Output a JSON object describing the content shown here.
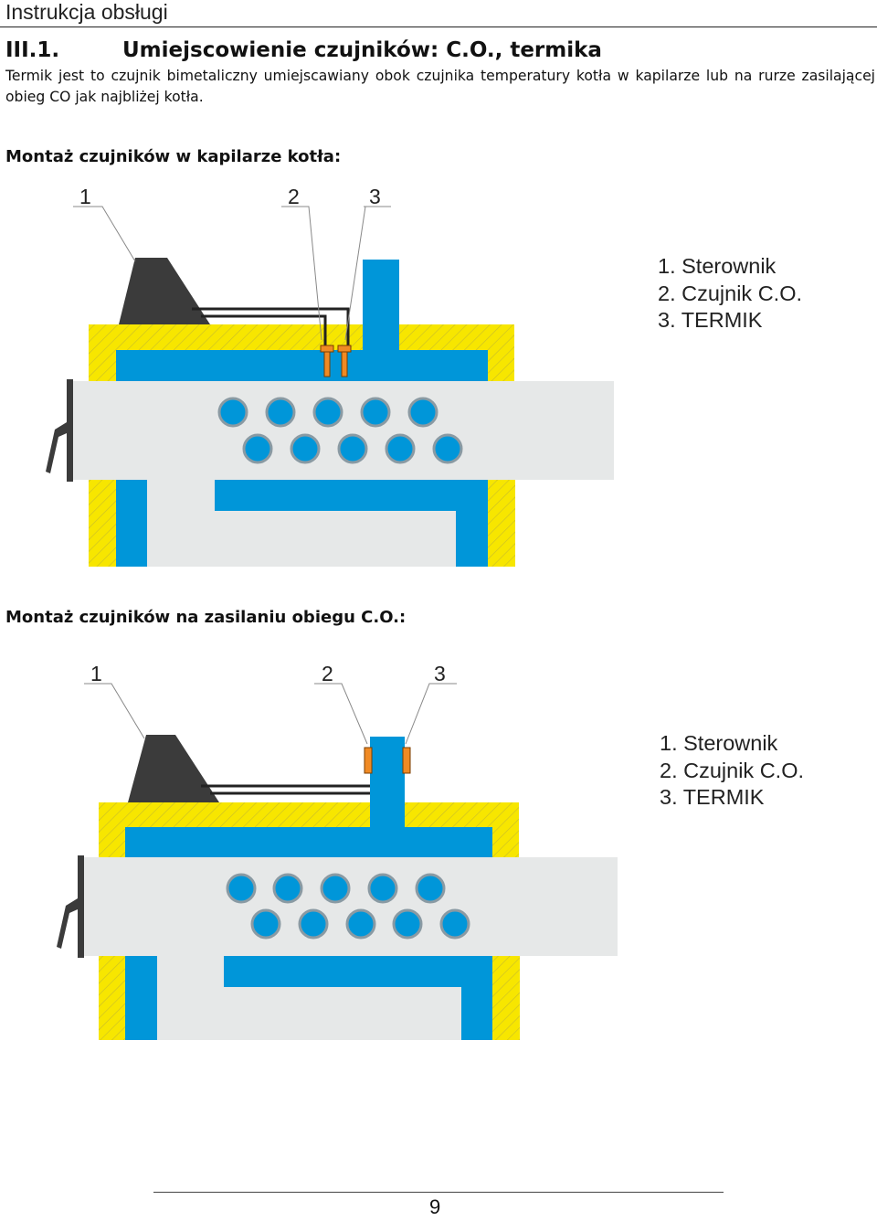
{
  "header": {
    "title": "Instrukcja obsługi"
  },
  "section": {
    "number": "III.1.",
    "title": "Umiejscowienie czujników: C.O., termika",
    "paragraph": "Termik jest to czujnik bimetaliczny umiejscawiany obok czujnika temperatury kotła w kapilarze lub na rurze zasilającej obieg CO jak najbliżej kotła."
  },
  "figures": [
    {
      "heading": "Montaż czujników w kapilarze kotła:",
      "callouts": [
        "1",
        "2",
        "3"
      ],
      "legend": [
        "1. Sterownik",
        "2. Czujnik C.O.",
        "3. TERMIK"
      ]
    },
    {
      "heading": "Montaż czujników na zasilaniu obiegu C.O.:",
      "callouts": [
        "1",
        "2",
        "3"
      ],
      "legend": [
        "1. Sterownik",
        "2. Czujnik C.O.",
        "3. TERMIK"
      ]
    }
  ],
  "footer": {
    "page_number": "9"
  },
  "colors": {
    "water": "#0096d9",
    "insulation": "#f7e600",
    "body": "#e6e8e8",
    "controller": "#3b3b3b",
    "sensor": "#f08a24"
  }
}
